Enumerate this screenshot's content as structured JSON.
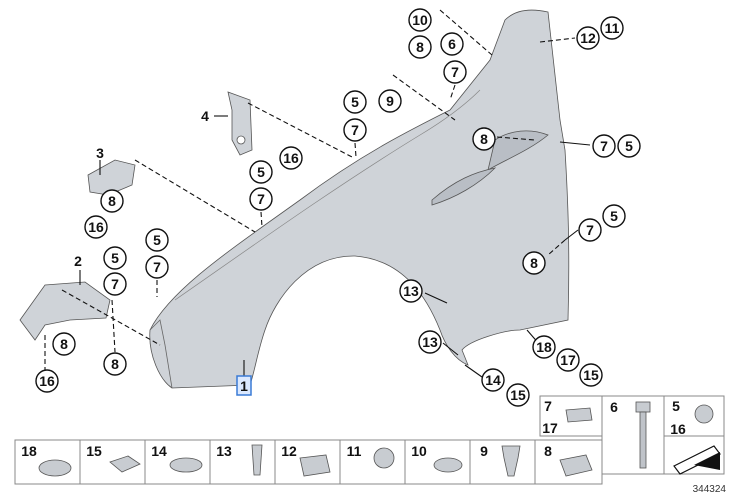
{
  "callouts": {
    "c10": "10",
    "c8a": "8",
    "c6": "6",
    "c12": "12",
    "c11": "11",
    "c7a": "7",
    "c9": "9",
    "c5a": "5",
    "c7b": "7",
    "c4": "4",
    "c16a": "16",
    "c8b": "8",
    "c7c": "7",
    "c5b": "5",
    "c3": "3",
    "c8c": "8",
    "c16b": "16",
    "c5c": "5",
    "c7d": "7",
    "c7e": "7",
    "c5d": "5",
    "c7f": "7",
    "c5e": "5",
    "c2": "2",
    "c5f": "5",
    "c7g": "7",
    "c8d": "8",
    "c8e": "8",
    "c8f": "8",
    "c16c": "16",
    "c1": "1",
    "c13a": "13",
    "c13b": "13",
    "c14": "14",
    "c15a": "15",
    "c18": "18",
    "c17": "17",
    "c15b": "15"
  },
  "legend": {
    "top": [
      {
        "label": "7"
      },
      {
        "label": "17"
      },
      {
        "label": "6"
      },
      {
        "label": "5"
      },
      {
        "label": "16"
      }
    ],
    "bottom": [
      {
        "label": "18"
      },
      {
        "label": "15"
      },
      {
        "label": "14"
      },
      {
        "label": "13"
      },
      {
        "label": "12"
      },
      {
        "label": "11"
      },
      {
        "label": "10"
      },
      {
        "label": "9"
      },
      {
        "label": "8"
      }
    ]
  },
  "footer": {
    "drawing_number": "344324"
  }
}
